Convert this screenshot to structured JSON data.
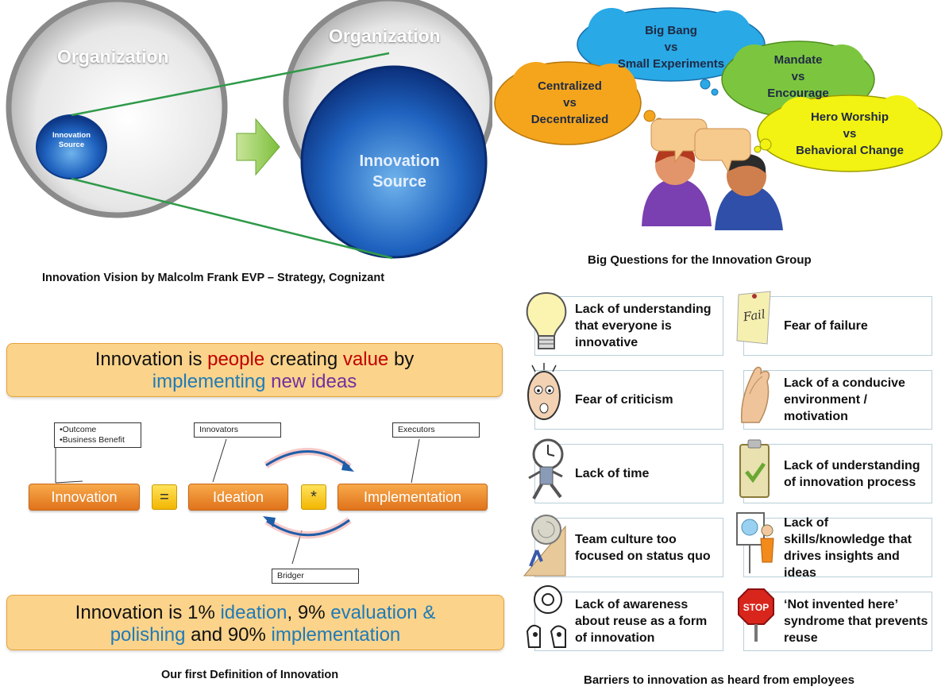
{
  "vision": {
    "org_left": "Organization",
    "org_right": "Organization",
    "source_small": "Innovation Source",
    "source_big_line1": "Innovation",
    "source_big_line2": "Source",
    "caption": "Innovation Vision by Malcolm Frank EVP – Strategy, Cognizant"
  },
  "questions": {
    "bubbles": [
      {
        "line1": "Big Bang",
        "line2": "vs",
        "line3": "Small Experiments",
        "color": "#29a9e6"
      },
      {
        "line1": "Mandate",
        "line2": "vs",
        "line3": "Encourage",
        "color": "#7cc63f"
      },
      {
        "line1": "Centralized",
        "line2": "vs",
        "line3": "Decentralized",
        "color": "#f4a51c"
      },
      {
        "line1": "Hero Worship",
        "line2": "vs",
        "line3": "Behavioral Change",
        "color": "#f2f213"
      }
    ],
    "caption": "Big Questions for the Innovation Group"
  },
  "definition": {
    "box1": {
      "part1": "Innovation is ",
      "part2": "people",
      "part3": " creating ",
      "part4": "value",
      "part5": " by",
      "part6": "implementing",
      "part7": " new ideas"
    },
    "callouts": {
      "outcome_line1": "•Outcome",
      "outcome_line2": "•Business Benefit",
      "innovators": "Innovators",
      "executors": "Executors",
      "bridger": "Bridger"
    },
    "equation": {
      "innovation": "Innovation",
      "equals": "=",
      "ideation": "Ideation",
      "times": "*",
      "implementation": "Implementation"
    },
    "box2": {
      "part1": "Innovation is 1% ",
      "part2": "ideation",
      "part3": ", 9% ",
      "part4": "evaluation &",
      "part5": "polishing",
      "part6": " and 90% ",
      "part7": "implementation"
    },
    "caption": "Our first Definition of Innovation"
  },
  "barriers": {
    "items": [
      {
        "text": "Lack of understanding that everyone is innovative",
        "icon": "lightbulb-icon"
      },
      {
        "text": "Fear of failure",
        "icon": "fail-note-icon"
      },
      {
        "text": "Fear of criticism",
        "icon": "worried-face-icon"
      },
      {
        "text": "Lack of a conducive environment / motivation",
        "icon": "clapping-hands-icon"
      },
      {
        "text": "Lack of time",
        "icon": "clock-runner-icon"
      },
      {
        "text": "Lack of understanding of innovation process",
        "icon": "clipboard-check-icon"
      },
      {
        "text": "Team culture too focused on status quo",
        "icon": "boulder-push-icon"
      },
      {
        "text": "Lack of skills/knowledge that drives insights and ideas",
        "icon": "presenter-icon"
      },
      {
        "text": "Lack of awareness about reuse as a form of innovation",
        "icon": "thinking-heads-icon"
      },
      {
        "text": "‘Not invented here’ syndrome that prevents reuse",
        "icon": "stop-sign-icon"
      }
    ],
    "fail_label": "Fail",
    "stop_label": "STOP",
    "caption": "Barriers to innovation as heard from employees"
  }
}
